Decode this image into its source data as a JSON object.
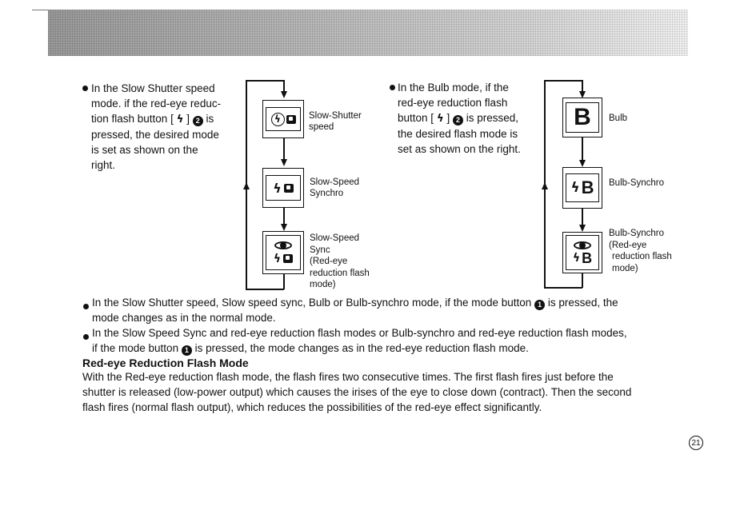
{
  "left_text": {
    "lines": [
      "In the Slow Shutter speed",
      "mode. if the red-eye reduc-",
      "tion flash button [",
      "] ",
      " is",
      "pressed, the desired mode",
      "is set as shown on the",
      "right."
    ],
    "button_ref": "2"
  },
  "left_diagram": {
    "labels": {
      "slow_shutter": [
        "Slow-Shutter",
        "speed"
      ],
      "slow_speed_synchro": [
        "Slow-Speed",
        "Synchro"
      ],
      "slow_speed_sync": [
        "Slow-Speed",
        "Sync",
        "(Red-eye",
        "reduction flash",
        "mode)"
      ]
    }
  },
  "right_text": {
    "lines": [
      "In the Bulb mode, if the",
      "red-eye reduction flash",
      "button [",
      "] ",
      " is pressed,",
      "the desired flash mode is",
      "set as shown on the right."
    ],
    "button_ref": "2"
  },
  "right_diagram": {
    "box_letter": "B",
    "labels": {
      "bulb": "Bulb",
      "bulb_synchro": "Bulb-Synchro",
      "bulb_synchro_red": [
        "Bulb-Synchro",
        "(Red-eye",
        "reduction flash",
        "mode)"
      ]
    }
  },
  "notes": {
    "note1_a": "In the Slow Shutter speed, Slow speed sync, Bulb or Bulb-synchro mode, if the mode button",
    "note1_b": "is pressed, the",
    "note1_c": "mode changes as in the normal mode.",
    "note2_a": "In the Slow Speed Sync and red-eye reduction flash modes or Bulb-synchro and red-eye reduction flash modes,",
    "note2_b": "if the mode button",
    "note2_c": "is pressed, the mode changes as in the red-eye reduction flash mode.",
    "mode_button_ref": "1"
  },
  "section": {
    "heading": "Red-eye Reduction Flash Mode",
    "body": [
      "With the Red-eye reduction flash mode, the flash fires two consecutive times. The first flash fires just before the",
      "shutter is released (low-power output) which causes the irises of the eye to close down (contract). Then the second",
      "flash fires (normal flash output), which reduces  the possibilities of the red-eye effect significantly."
    ]
  },
  "page_number": "21"
}
